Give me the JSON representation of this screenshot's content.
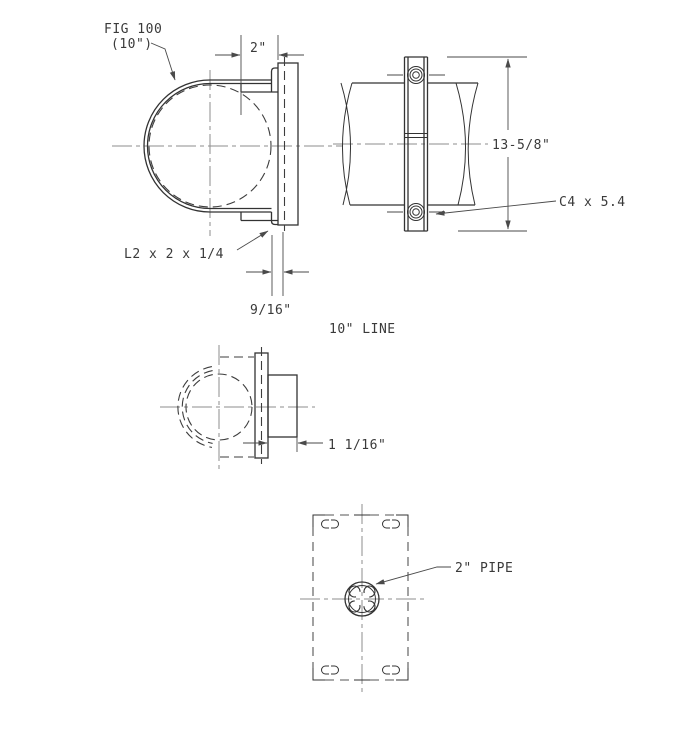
{
  "drawing": {
    "figure_label": "FIG 100",
    "figure_size": "(10\")",
    "line_label": "10\" LINE",
    "side_view": {
      "dim_top": "2\"",
      "angle_label": "L2 x 2 x 1/4",
      "dim_offset": "9/16\""
    },
    "front_view": {
      "dim_height": "13-5/8\"",
      "channel_label": "C4 x 5.4"
    },
    "top_view": {
      "dim_stub": "1 1/16\""
    },
    "plan_view": {
      "pipe_label": "2\" PIPE"
    },
    "colors": {
      "object_line": "#333333",
      "hidden_line": "#3d3d3d",
      "centerline": "#8d8d8d",
      "dimension_line": "#4a4a4a",
      "background": "#ffffff"
    }
  }
}
